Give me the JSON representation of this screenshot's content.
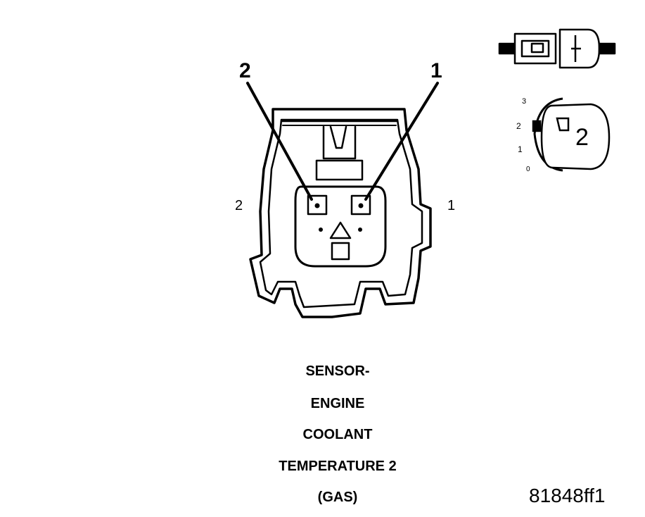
{
  "connector": {
    "callouts": {
      "pin2": "2",
      "pin1": "1"
    },
    "side_labels": {
      "left": "2",
      "right": "1"
    }
  },
  "inset": {
    "scale_labels": [
      "3",
      "2",
      "1",
      "0"
    ],
    "gauge_number": "2"
  },
  "caption": [
    "SENSOR-",
    "ENGINE",
    "COOLANT",
    "TEMPERATURE 2",
    "(GAS)"
  ],
  "figure_id": "81848ff1"
}
